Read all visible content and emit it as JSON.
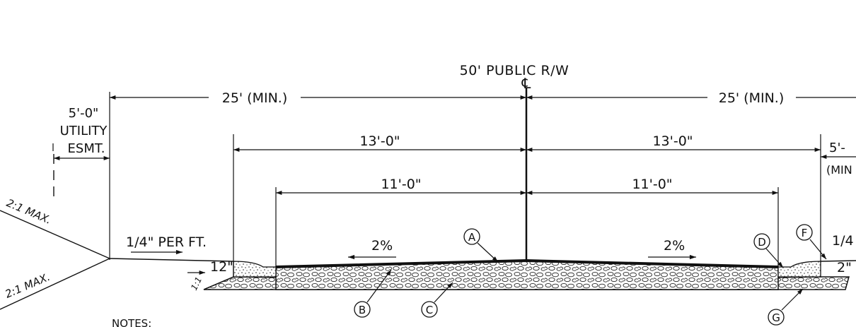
{
  "title": "50' PUBLIC R/W",
  "centerline_symbol": "℄",
  "dims": {
    "half_row_left": "25' (MIN.)",
    "half_row_right": "25' (MIN.)",
    "lane_13_left": "13'-0\"",
    "lane_13_right": "13'-0\"",
    "lane_11_left": "11'-0\"",
    "lane_11_right": "11'-0\"",
    "shoulder_right_top": "5'-",
    "shoulder_right_bottom": "(MIN"
  },
  "utility": {
    "line1": "5'-0\"",
    "line2": "UTILITY",
    "line3": "ESMT."
  },
  "slopes": {
    "upper": "2:1 MAX.",
    "lower": "2:1 MAX.",
    "left_cross": "1/4\" PER FT.",
    "right_cross": "1/4",
    "ditch": "1:1"
  },
  "grades": {
    "left": "2%",
    "right": "2%"
  },
  "thickness": {
    "left": "12\"",
    "right": "2\""
  },
  "callouts": [
    "A",
    "B",
    "C",
    "D",
    "F",
    "G"
  ],
  "notes_title": "NOTES:",
  "colors": {
    "line": "#111111",
    "background": "#ffffff"
  }
}
